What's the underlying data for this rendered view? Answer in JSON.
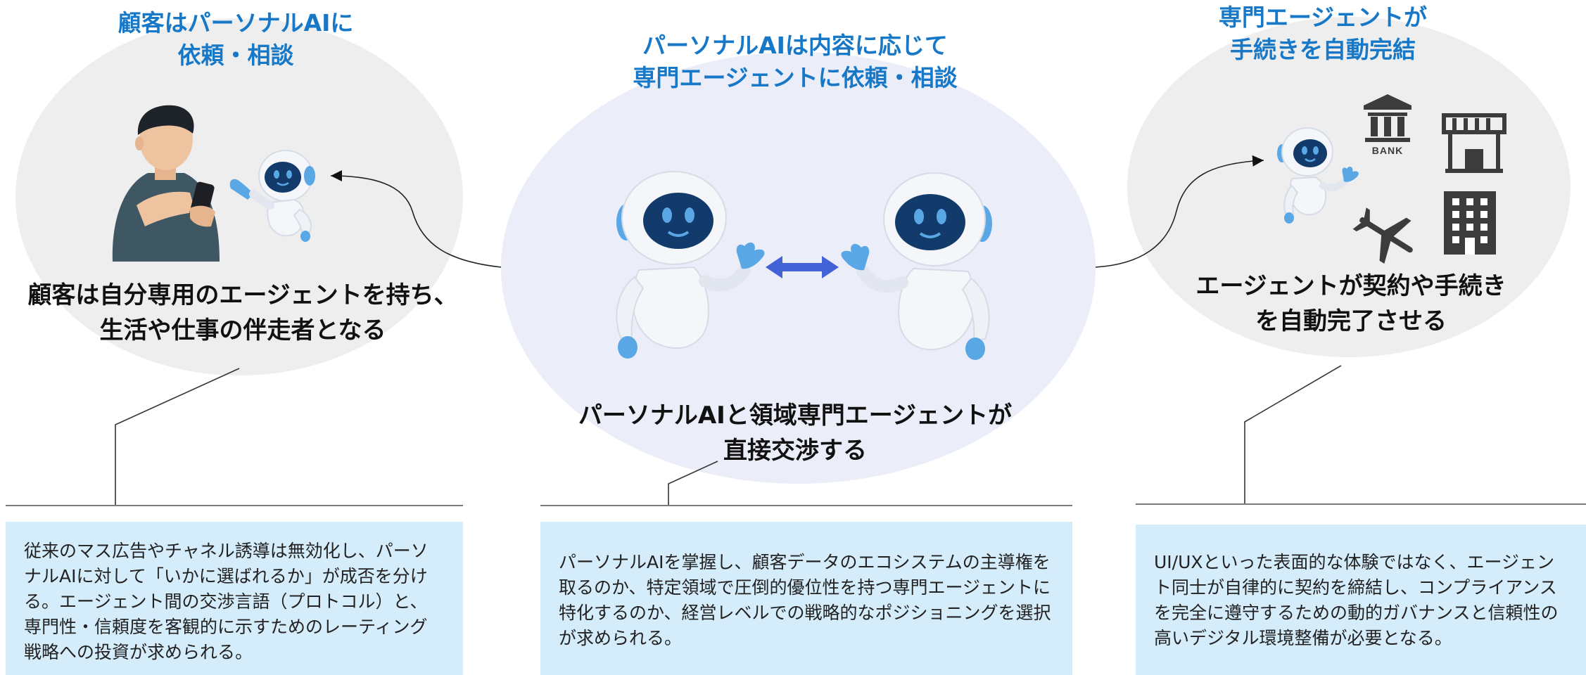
{
  "colors": {
    "title_blue": "#1778c8",
    "box_bg": "#d5ecfb",
    "ellipse_grey": "#eeeeee",
    "ellipse_lavender": "#ebedf8",
    "arrow_blue": "#4262d6",
    "robot_face": "#123a6b",
    "robot_accent": "#5aa7e6"
  },
  "left": {
    "title_line1": "顧客はパーソナルAIに",
    "title_line2": "依頼・相談",
    "desc_line1": "顧客は自分専用のエージェントを持ち、",
    "desc_line2": "生活や仕事の伴走者となる",
    "box_text": "従来のマス広告やチャネル誘導は無効化し、パーソナルAIに対して「いかに選ばれるか」が成否を分ける。エージェント間の交渉言語（プロトコル）と、専門性・信頼度を客観的に示すためのレーティング戦略への投資が求められる。",
    "icons": [
      "person-with-phone-icon",
      "robot-icon"
    ]
  },
  "middle": {
    "title_line1": "パーソナルAIは内容に応じて",
    "title_line2": "専門エージェントに依頼・相談",
    "desc_line1": "パーソナルAIと領域専門エージェントが",
    "desc_line2": "直接交渉する",
    "box_text": "パーソナルAIを掌握し、顧客データのエコシステムの主導権を取るのか、特定領域で圧倒的優位性を持つ専門エージェントに特化するのか、経営レベルでの戦略的なポジショニングを選択が求められる。",
    "icons": [
      "robot-icon",
      "double-arrow-icon",
      "robot-icon"
    ]
  },
  "right": {
    "title_line1": "専門エージェントが",
    "title_line2": "手続きを自動完結",
    "desc_line1": "エージェントが契約や手続き",
    "desc_line2": "を自動完了させる",
    "bank_label": "BANK",
    "box_text": "UI/UXといった表面的な体験ではなく、エージェント同士が自律的に契約を締結し、コンプライアンスを完全に遵守するための動的ガバナンスと信頼性の高いデジタル環境整備が必要となる。",
    "icons": [
      "robot-icon",
      "bank-icon",
      "store-icon",
      "airplane-icon",
      "office-building-icon"
    ]
  }
}
